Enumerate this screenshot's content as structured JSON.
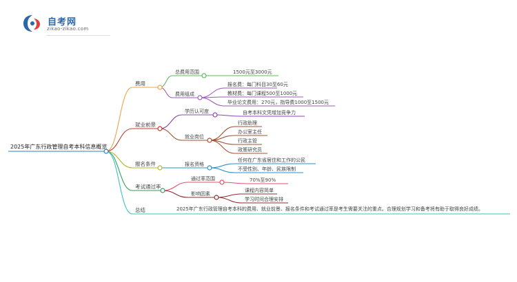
{
  "brand": {
    "title": "自考网",
    "url": "zikao-zikao.com"
  },
  "mindmap": {
    "root": "2025年广东行政管理自考本科信息概览",
    "branches": {
      "fees": {
        "label": "费用",
        "total_range": {
          "label": "总费用范围",
          "value": "1500元至3000元"
        },
        "composition": {
          "label": "费用组成",
          "items": [
            "报名费：每门科目30至60元",
            "教材费：每门课程500至1000元",
            "毕业论文费用：270元，指导费1000至1500元"
          ]
        }
      },
      "career": {
        "label": "就业前景",
        "recognition": {
          "label": "学历认可度",
          "value": "自考本科文凭增加竞争力"
        },
        "positions": {
          "label": "就业岗位",
          "items": [
            "行政助理",
            "办公室主任",
            "行政主管",
            "政策研究员"
          ]
        }
      },
      "requirements": {
        "label": "报名条件",
        "qualification": {
          "label": "报名资格",
          "items": [
            "任何在广东省居住和工作的公民",
            "不受性别、年龄、民族限制"
          ]
        }
      },
      "pass_rate": {
        "label": "考试通过率",
        "range": {
          "label": "通过率范围",
          "value": "70%至90%"
        },
        "factors": {
          "label": "影响因素",
          "items": [
            "课程内容简单",
            "学习时间合理安排"
          ]
        }
      },
      "summary": {
        "label": "总结",
        "text": "2025年广东行政管理自考本科的费用、就业前景、报名条件和考试通过率是考生需要关注的重点。合理规划学习和备考将有助于取得良好成绩。"
      }
    }
  },
  "colors": {
    "fees": "#f0a04a",
    "fees_total": "#5cb85c",
    "fees_comp": "#9b59b6",
    "career": "#c0392b",
    "career_recog": "#8e44ad",
    "career_pos": "#a0522d",
    "requirements": "#b5b52a",
    "req_qual": "#2a8fc4",
    "pass_rate": "#2e9e5b",
    "pass_range": "#e74c6c",
    "pass_factors": "#8b2e2e",
    "summary": "#36c2c9",
    "root": "#2a7fc4",
    "node_fill": "#ffffff"
  }
}
